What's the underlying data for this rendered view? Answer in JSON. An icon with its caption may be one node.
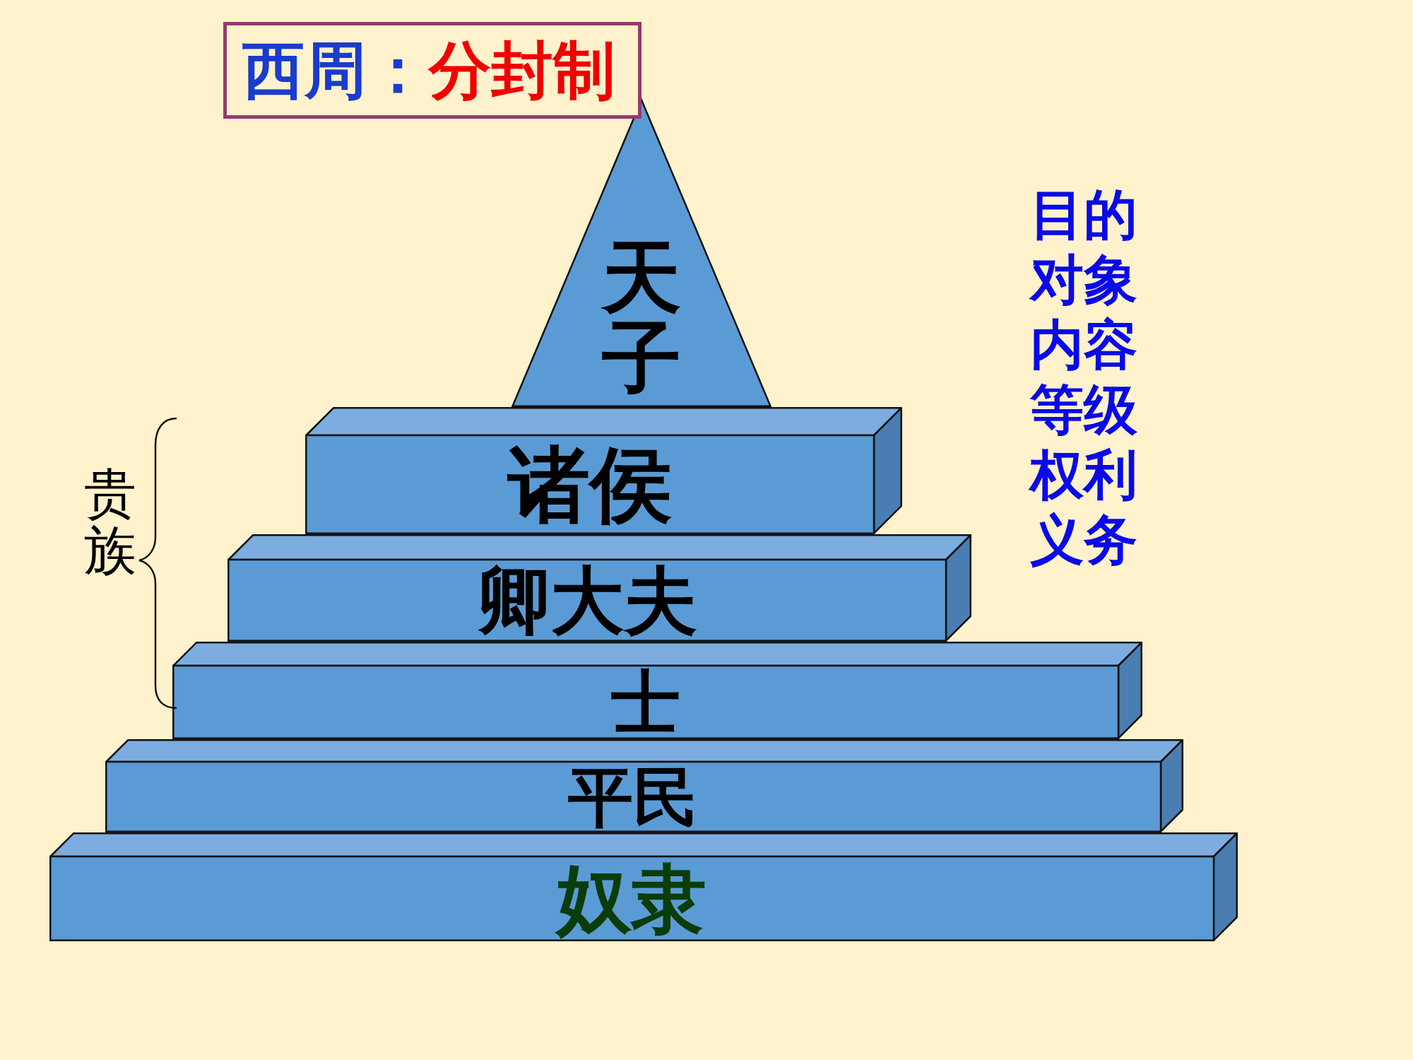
{
  "diagram": {
    "nodes": [
      {
        "text": [
          "西周：",
          "分封制"
        ]
      },
      {
        "text": [
          "天子"
        ]
      },
      {
        "text": [
          "诸侯"
        ]
      },
      {
        "text": [
          "卿大夫"
        ]
      },
      {
        "text": [
          "士"
        ]
      },
      {
        "text": [
          "平民"
        ]
      },
      {
        "text": [
          "奴隶"
        ]
      }
    ],
    "labels": [
      "贵族",
      "目的",
      "对象",
      "内容",
      "等级",
      "权利",
      "义务"
    ]
  }
}
